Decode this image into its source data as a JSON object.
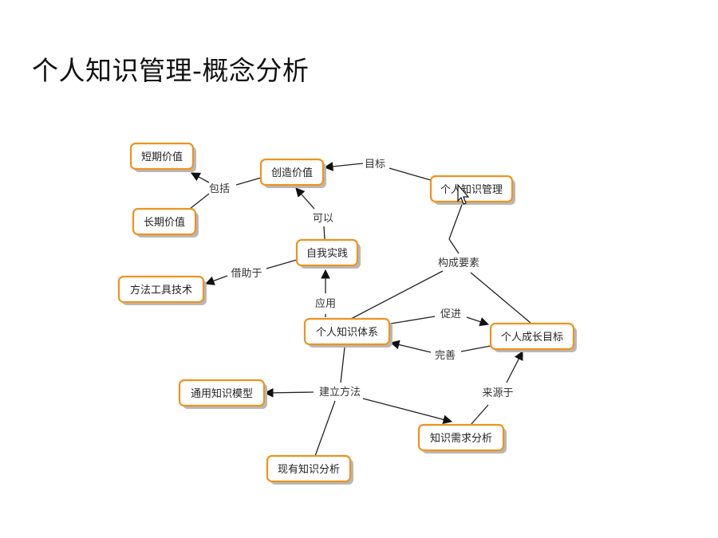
{
  "title": "个人知识管理-概念分析",
  "nodes": {
    "short_value": "短期价值",
    "long_value": "长期价值",
    "create_value": "创造价值",
    "pkm": "个人知识管理",
    "self_practice": "自我实践",
    "method_tools": "方法工具技术",
    "knowledge_system": "个人知识体系",
    "growth_goal": "个人成长目标",
    "general_model": "通用知识模型",
    "need_analysis": "知识需求分析",
    "existing_analysis": "现有知识分析"
  },
  "links": {
    "goal": "目标",
    "include": "包括",
    "can": "可以",
    "by_means": "借助于",
    "elements": "构成要素",
    "apply": "应用",
    "promote": "促进",
    "perfect": "完善",
    "build_method": "建立方法",
    "source": "来源于"
  }
}
